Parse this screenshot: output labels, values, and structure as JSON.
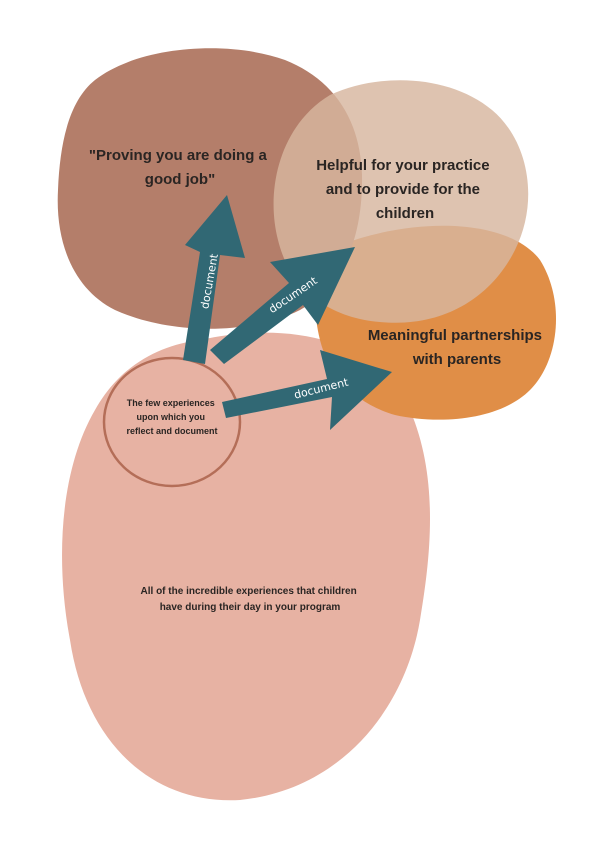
{
  "colors": {
    "background": "#ffffff",
    "proving_blob": "#b47e6a",
    "helpful_blob": "#d7b69f",
    "partnerships_blob": "#e08e47",
    "experiences_blob": "#e7b2a3",
    "few_experiences_circle": "#b46e58",
    "arrow": "#316874",
    "text": "#2a2523"
  },
  "blobs": {
    "proving": {
      "label_lines": [
        "\"Proving you are doing a",
        "good job\""
      ]
    },
    "helpful": {
      "label_lines": [
        "Helpful for your practice",
        "and to provide for the",
        "children"
      ]
    },
    "partnerships": {
      "label_lines": [
        "Meaningful partnerships",
        "with parents"
      ]
    },
    "all_experiences": {
      "label_lines": [
        "All of the incredible experiences that children",
        "have during their day in your program"
      ]
    }
  },
  "few_experiences": {
    "label_lines": [
      "The few experiences",
      "upon which you",
      "reflect and document"
    ]
  },
  "arrows": [
    {
      "target": "proving",
      "label": "document"
    },
    {
      "target": "helpful",
      "label": "document"
    },
    {
      "target": "partnerships",
      "label": "document"
    }
  ]
}
